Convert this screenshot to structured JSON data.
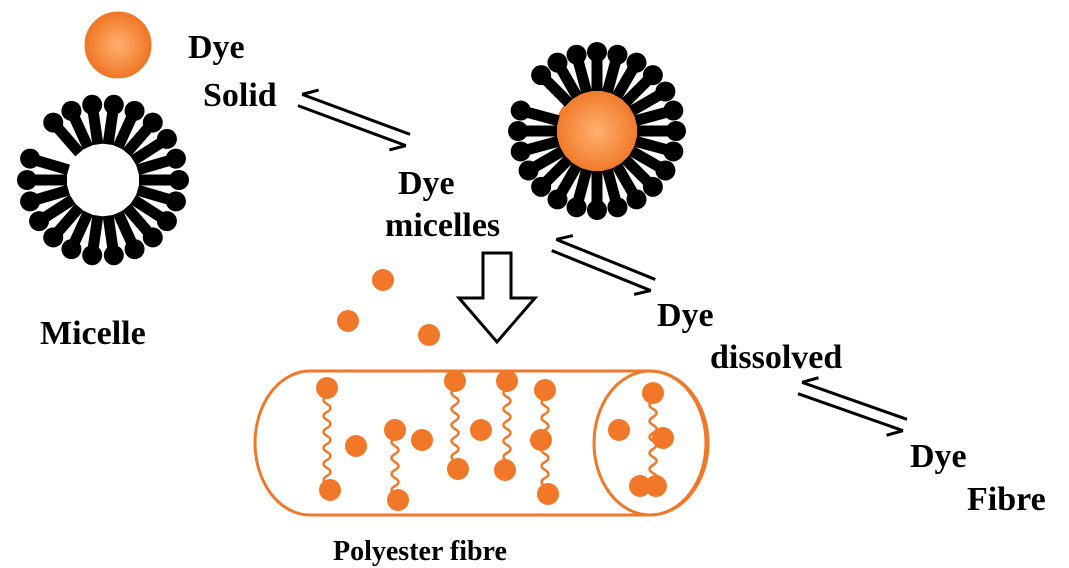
{
  "labels": {
    "dye_solid_line1": "Dye",
    "dye_solid_line2": "Solid",
    "dye_micelles_line1": "Dye",
    "dye_micelles_line2": "micelles",
    "dye_dissolved_line1": "Dye",
    "dye_dissolved_line2": "dissolved",
    "dye_fibre_line1": "Dye",
    "dye_fibre_line2": "Fibre",
    "micelle": "Micelle",
    "polyester_fibre": "Polyester fibre"
  },
  "colors": {
    "dye": "#f07828",
    "dye_light": "#ffb070",
    "fibre_outline": "#f07828",
    "surfactant": "#000000",
    "arrow": "#000000"
  },
  "icons": {
    "dye_particle": "orange-sphere-icon",
    "micelle": "surfactant-ring-icon",
    "dye_micelle": "surfactant-ring-with-dye-icon",
    "deposition_arrow": "hollow-down-arrow-icon",
    "equilibrium": "double-half-arrow-icon"
  }
}
